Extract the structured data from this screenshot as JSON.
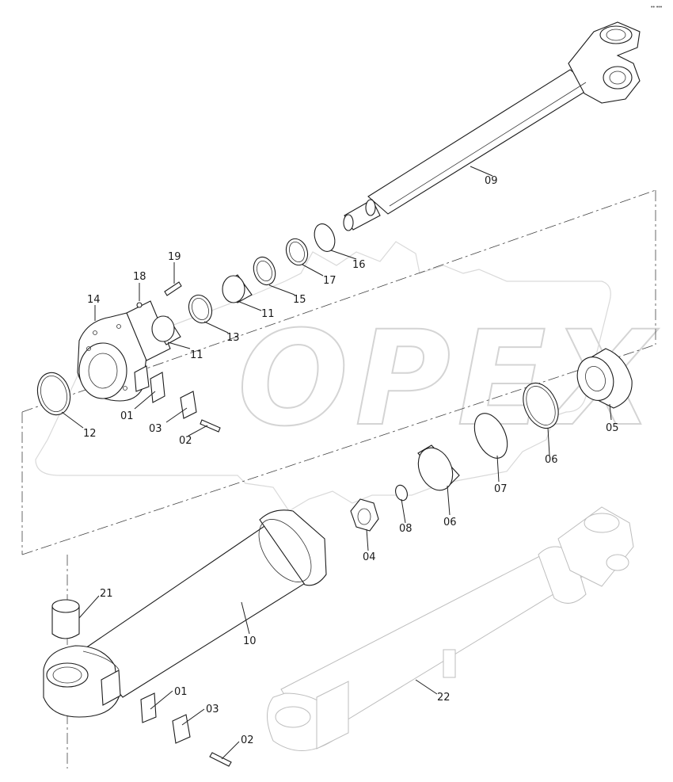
{
  "diagram": {
    "watermark": "OPEX",
    "corner_mark": "•• •••",
    "part_labels": {
      "l01a": "01",
      "l01b": "01",
      "l02a": "02",
      "l02b": "02",
      "l03a": "03",
      "l03b": "03",
      "l04": "04",
      "l05": "05",
      "l06a": "06",
      "l06b": "06",
      "l07": "07",
      "l08": "08",
      "l09": "09",
      "l10": "10",
      "l11a": "11",
      "l11b": "11",
      "l12": "12",
      "l13": "13",
      "l14": "14",
      "l15": "15",
      "l16": "16",
      "l17": "17",
      "l18": "18",
      "l19": "19",
      "l21": "21",
      "l22": "22"
    }
  }
}
